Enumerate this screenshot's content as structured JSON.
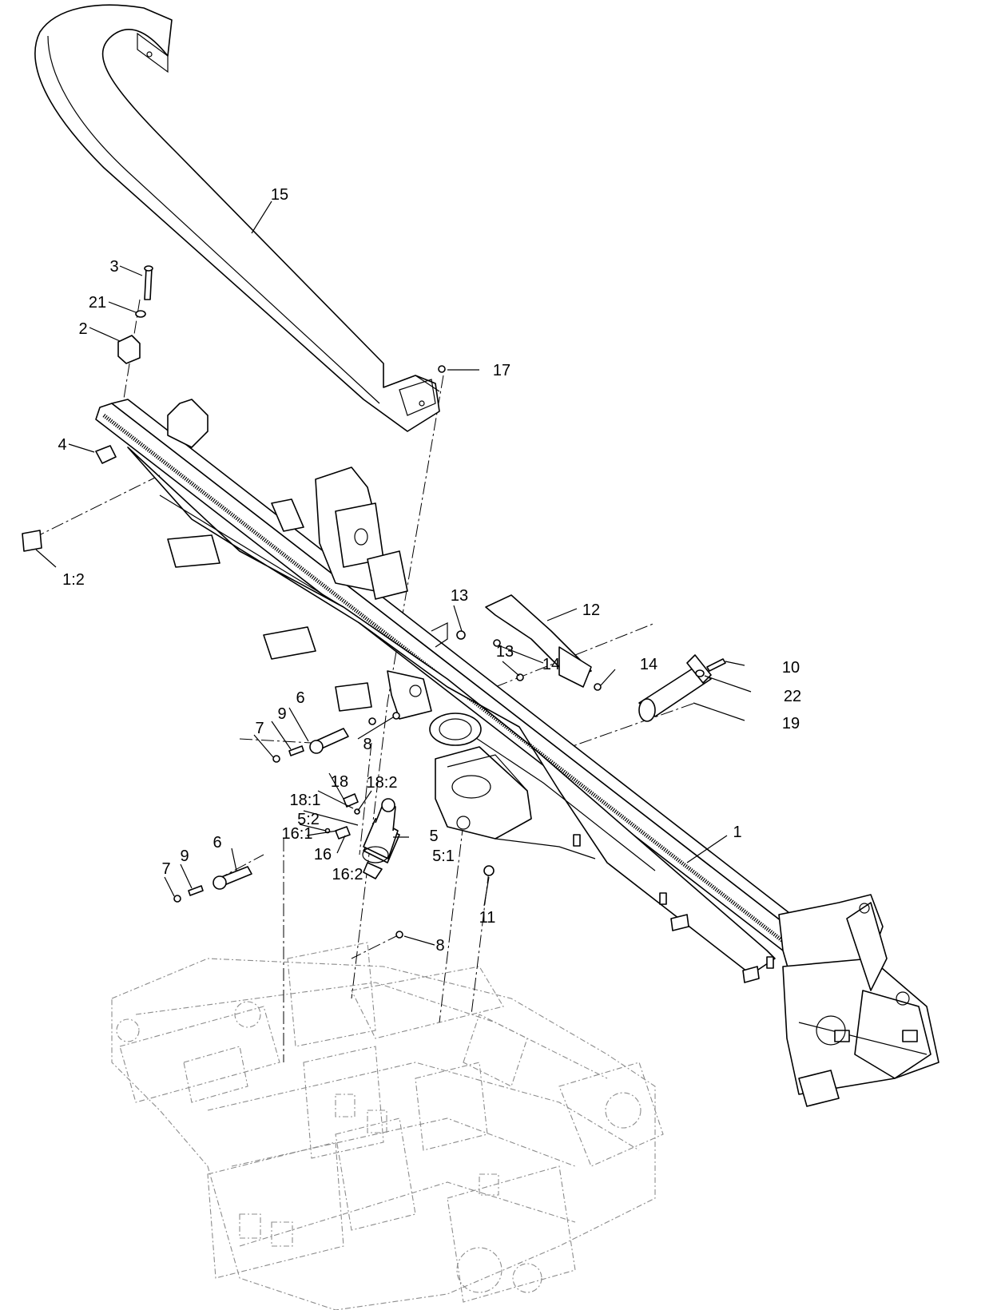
{
  "callouts": [
    {
      "id": "15",
      "label": "15"
    },
    {
      "id": "3",
      "label": "3"
    },
    {
      "id": "21",
      "label": "21"
    },
    {
      "id": "2",
      "label": "2"
    },
    {
      "id": "17",
      "label": "17"
    },
    {
      "id": "4",
      "label": "4"
    },
    {
      "id": "1-2",
      "label": "1:2"
    },
    {
      "id": "13a",
      "label": "13"
    },
    {
      "id": "12",
      "label": "12"
    },
    {
      "id": "13b",
      "label": "13"
    },
    {
      "id": "14a",
      "label": "14"
    },
    {
      "id": "14b",
      "label": "14"
    },
    {
      "id": "10",
      "label": "10"
    },
    {
      "id": "22",
      "label": "22"
    },
    {
      "id": "19",
      "label": "19"
    },
    {
      "id": "6a",
      "label": "6"
    },
    {
      "id": "9a",
      "label": "9"
    },
    {
      "id": "7a",
      "label": "7"
    },
    {
      "id": "8a",
      "label": "8"
    },
    {
      "id": "18",
      "label": "18"
    },
    {
      "id": "18-2",
      "label": "18:2"
    },
    {
      "id": "18-1",
      "label": "18:1"
    },
    {
      "id": "5-2",
      "label": "5:2"
    },
    {
      "id": "16-1",
      "label": "16:1"
    },
    {
      "id": "5",
      "label": "5"
    },
    {
      "id": "16",
      "label": "16"
    },
    {
      "id": "5-1",
      "label": "5:1"
    },
    {
      "id": "16-2",
      "label": "16:2"
    },
    {
      "id": "1",
      "label": "1"
    },
    {
      "id": "6b",
      "label": "6"
    },
    {
      "id": "9b",
      "label": "9"
    },
    {
      "id": "7b",
      "label": "7"
    },
    {
      "id": "11",
      "label": "11"
    },
    {
      "id": "8b",
      "label": "8"
    }
  ]
}
